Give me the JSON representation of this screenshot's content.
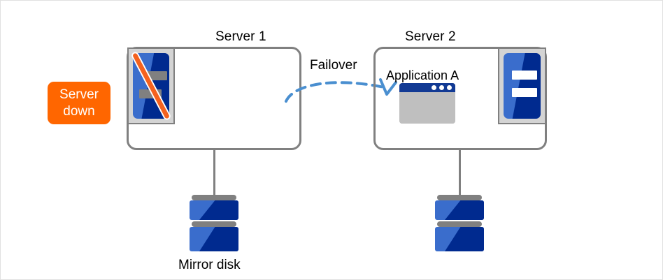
{
  "diagram": {
    "type": "failover-cluster-diagram",
    "background_color": "#ffffff",
    "border_color": "#e0e0e0"
  },
  "status_badge": {
    "line1": "Server",
    "line2": "down",
    "color": "#ff6600",
    "text_color": "#ffffff"
  },
  "servers": [
    {
      "title": "Server 1",
      "state": "down",
      "icon_name": "server-tower-disabled-icon",
      "icon_bar_color": "#808080",
      "slash_color": "#f4621f",
      "has_application": false
    },
    {
      "title": "Server 2",
      "state": "active",
      "icon_name": "server-tower-icon",
      "icon_bar_color": "#ffffff",
      "has_application": true,
      "application_label": "Application  A"
    }
  ],
  "failover": {
    "label": "Failover",
    "arrow_color": "#4a8fd0",
    "style": "dashed-curve",
    "direction": "server1-to-server2"
  },
  "storage": {
    "caption": "Mirror disk",
    "disk_color_light": "#3a6dcc",
    "disk_color_dark": "#002a8f",
    "platter_color": "#808080",
    "count": 2
  },
  "colors": {
    "box_outline": "#808080",
    "connector": "#808080",
    "app_titlebar": "#123a94",
    "app_body": "#bfbfbf"
  }
}
